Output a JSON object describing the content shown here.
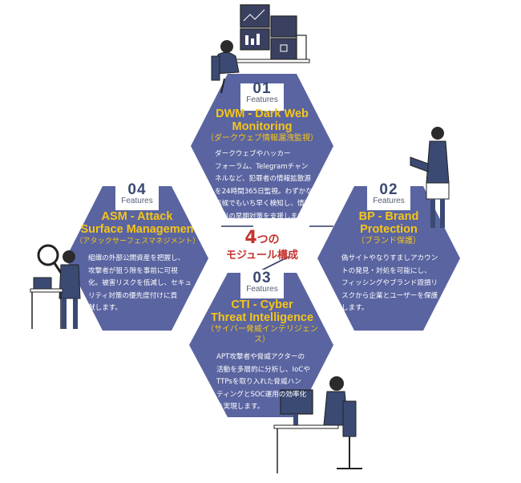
{
  "center": {
    "line1_num": "4",
    "line1_rest": "つの",
    "line2": "モジュール構成"
  },
  "features_label": "Features",
  "modules": [
    {
      "num": "01",
      "title_line1": "DWM - Dark Web",
      "title_line2": "Monitoring",
      "subtitle": "（ダークウェブ情報漏洩監視）",
      "body": [
        "ダークウェブやハッカー",
        "フォーラム、Telegramチャン",
        "ネルなど、犯罪者の情報拡散源",
        "を24時間365日監視。わずかな",
        "兆候でもいち早く検知し、情報",
        "流出の早期対策を支援します。"
      ]
    },
    {
      "num": "02",
      "title_line1": "BP - Brand",
      "title_line2": "Protection",
      "subtitle": "（ブランド保護）",
      "body": [
        "偽サイトやなりすましアカウン",
        "トの発見・対処を可能にし、",
        "フィッシングやブランド毀損リ",
        "スクから企業とユーザーを保護",
        "します。"
      ]
    },
    {
      "num": "03",
      "title_line1": "CTI - Cyber",
      "title_line2": "Threat Intelligence",
      "subtitle": "（サイバー脅威インテリジェンス）",
      "body": [
        "APT攻撃者や脅威アクターの",
        "活動を多層的に分析し、IoCや",
        "TTPsを取り入れた脅威ハン",
        "ティングとSOC運用の効率化",
        "を実現します。"
      ]
    },
    {
      "num": "04",
      "title_line1": "ASM - Attack",
      "title_line2": "Surface Managemen",
      "subtitle": "（アタックサーフェスマネジメント）",
      "body": [
        "組織の外部公開資産を把握し、",
        "攻撃者が狙う隙を事前に可視",
        "化。被害リスクを低減し、セキュ",
        "リティ対策の優先度付けに貢",
        "献します。"
      ]
    }
  ]
}
